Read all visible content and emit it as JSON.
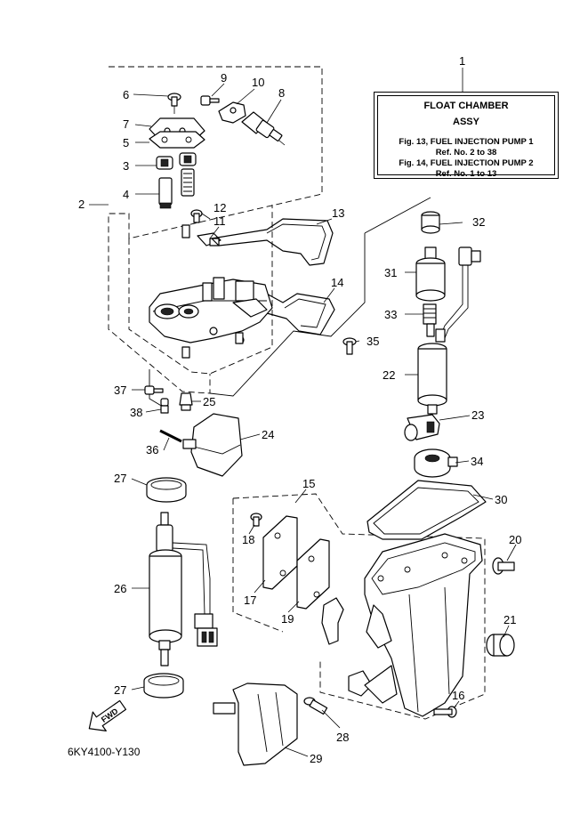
{
  "title_box": {
    "title_line1": "FLOAT CHAMBER",
    "title_line2": "ASSY",
    "ref_lines": [
      "Fig. 13, FUEL INJECTION PUMP 1",
      "Ref. No. 2 to 38",
      "Fig. 14, FUEL INJECTION PUMP 2",
      "Ref. No. 1 to 13"
    ]
  },
  "callouts": [
    "1",
    "2",
    "3",
    "4",
    "5",
    "6",
    "7",
    "8",
    "9",
    "10",
    "11",
    "12",
    "13",
    "14",
    "15",
    "16",
    "17",
    "18",
    "19",
    "20",
    "21",
    "22",
    "23",
    "24",
    "25",
    "26",
    "27",
    "27",
    "28",
    "29",
    "30",
    "31",
    "32",
    "33",
    "34",
    "35",
    "36",
    "37",
    "38"
  ],
  "fwd_label": "FWD",
  "diagram_code": "6KY4100-Y130"
}
